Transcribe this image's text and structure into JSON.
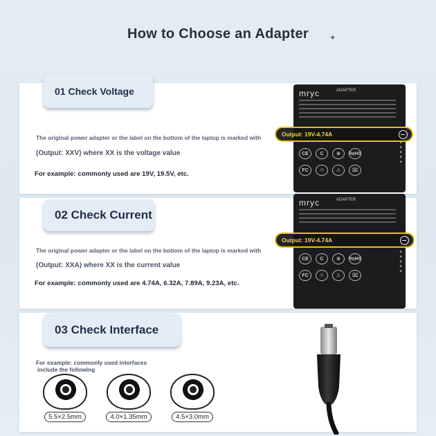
{
  "title": "How to Choose an Adapter",
  "sections": [
    {
      "heading": "01 Check Voltage",
      "line1": "The original power adapter or the label on the bottom of the laptop is marked with",
      "line2": "(Output: XXV) where XX is the voltage value",
      "example": "For example: commonly used are 19V, 19.5V, etc.",
      "callout": "Output: 19V-4.74A"
    },
    {
      "heading": "02 Check Current",
      "line1": "The original power adapter or the label on the bottom of the laptop is marked with",
      "line2": "(Output: XXA) where XX is the current value",
      "example": "For example: commonly used are 4.74A, 6.32A, 7.89A, 9.23A, etc.",
      "callout": "Output: 19V-4.74A"
    },
    {
      "heading": "03 Check Interface",
      "example_line1": "For example: commonly used interfaces",
      "example_line2": "include the following",
      "plugs": [
        "5.5×2.5mm",
        "4.0×1.35mm",
        "4.5×3.0mm"
      ]
    }
  ],
  "adapter": {
    "brand": "mryc",
    "model": "ADAPTER",
    "icons": [
      "CE",
      "C",
      "⊗",
      "RoHS"
    ]
  },
  "icons": {
    "decor": "sparkle-icon",
    "callout": "minus-circle-icon",
    "cable": "dc-plug-icon"
  },
  "colors": {
    "callout_border": "#e8c21c",
    "tab_bg": "#e4edf6"
  }
}
